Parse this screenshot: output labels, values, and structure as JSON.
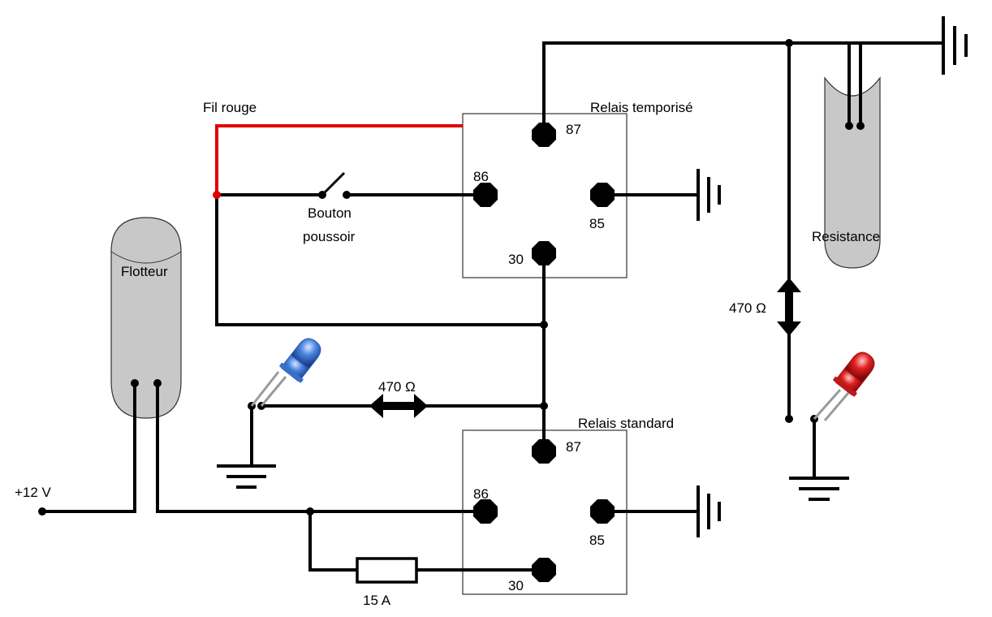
{
  "labels": {
    "fil_rouge": "Fil rouge",
    "relais_temporise": "Relais temporisé",
    "relais_standard": "Relais standard",
    "bouton_line1": "Bouton",
    "bouton_line2": "poussoir",
    "flotteur": "Flotteur",
    "resistance": "Resistance",
    "supply": "+12 V",
    "res_top": "470 Ω",
    "res_left": "470 Ω",
    "fuse": "15 A"
  },
  "relay_top_pins": {
    "p87": "87",
    "p86": "86",
    "p85": "85",
    "p30": "30"
  },
  "relay_bottom_pins": {
    "p87": "87",
    "p86": "86",
    "p85": "85",
    "p30": "30"
  },
  "colors": {
    "red_wire": "#e10000",
    "blue_led": "#4a86e0",
    "red_led": "#e02020",
    "tube_fill": "#c8c8c8"
  }
}
